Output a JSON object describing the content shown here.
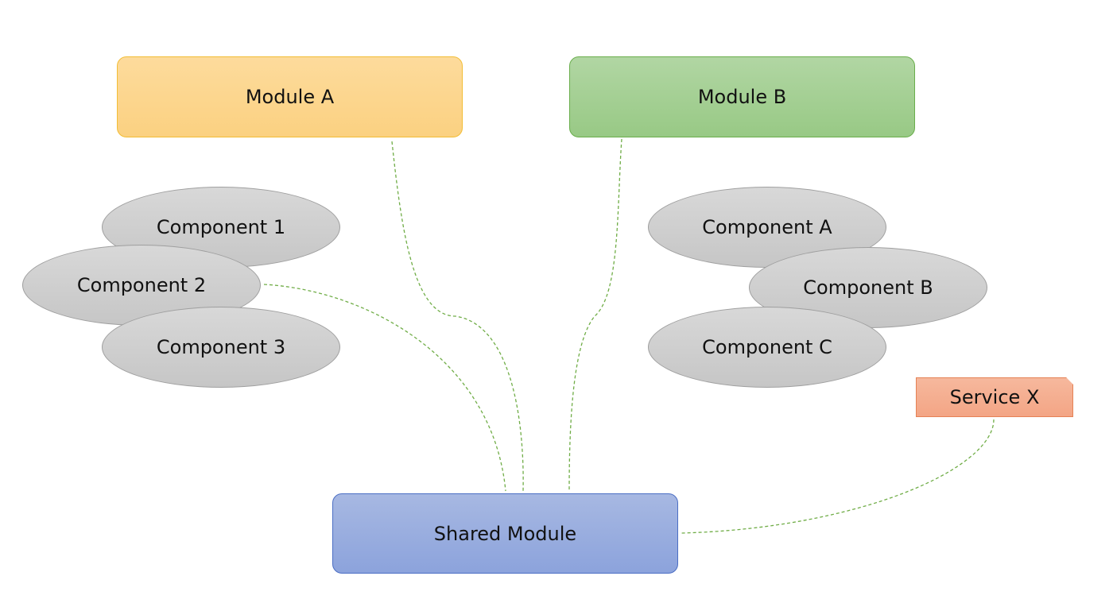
{
  "diagram": {
    "modules": {
      "module_a": "Module A",
      "module_b": "Module B",
      "shared": "Shared Module"
    },
    "components_left": [
      "Component 1",
      "Component 2",
      "Component 3"
    ],
    "components_right": [
      "Component A",
      "Component B",
      "Component C"
    ],
    "service": "Service X"
  },
  "colors": {
    "module_a_fill": "#fbd181",
    "module_b_fill": "#98c985",
    "shared_fill": "#8ca3dc",
    "service_fill": "#f3a585",
    "component_fill": "#d0d0d0",
    "connector": "#70ad47"
  }
}
